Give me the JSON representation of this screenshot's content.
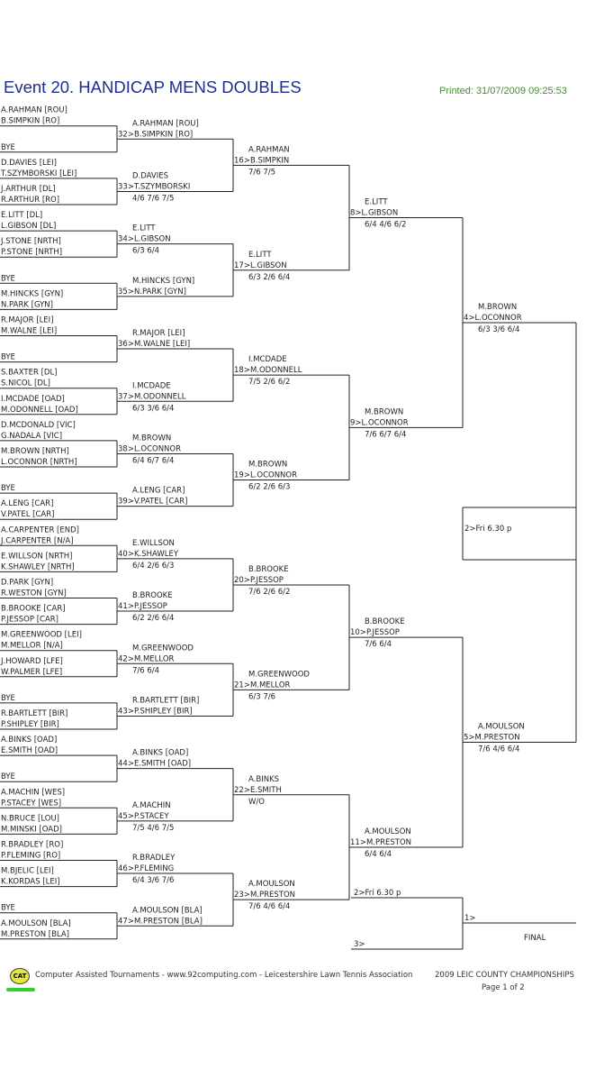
{
  "header": {
    "title": "Event 20. HANDICAP MENS DOUBLES",
    "printed": "Printed: 31/07/2009 09:25:53"
  },
  "round1": [
    [
      "A.RAHMAN [ROU]",
      "B.SIMPKIN [RO]"
    ],
    [
      "BYE",
      ""
    ],
    [
      "D.DAVIES [LEI]",
      "T.SZYMBORSKI [LEI]"
    ],
    [
      "J.ARTHUR [DL]",
      "R.ARTHUR [RO]"
    ],
    [
      "E.LITT [DL]",
      "L.GIBSON [DL]"
    ],
    [
      "J.STONE [NRTH]",
      "P.STONE [NRTH]"
    ],
    [
      "BYE",
      ""
    ],
    [
      "M.HINCKS [GYN]",
      "N.PARK [GYN]"
    ],
    [
      "R.MAJOR [LEI]",
      "M.WALNE [LEI]"
    ],
    [
      "BYE",
      ""
    ],
    [
      "S.BAXTER [DL]",
      "S.NICOL [DL]"
    ],
    [
      "I.MCDADE [OAD]",
      "M.ODONNELL [OAD]"
    ],
    [
      "D.MCDONALD [VIC]",
      "G.NADALA [VIC]"
    ],
    [
      "M.BROWN [NRTH]",
      "L.OCONNOR [NRTH]"
    ],
    [
      "BYE",
      ""
    ],
    [
      "A.LENG [CAR]",
      "V.PATEL [CAR]"
    ],
    [
      "A.CARPENTER [END]",
      "J.CARPENTER [N/A]"
    ],
    [
      "E.WILLSON [NRTH]",
      "K.SHAWLEY [NRTH]"
    ],
    [
      "D.PARK [GYN]",
      "R.WESTON [GYN]"
    ],
    [
      "B.BROOKE [CAR]",
      "P.JESSOP [CAR]"
    ],
    [
      "M.GREENWOOD [LEI]",
      "M.MELLOR [N/A]"
    ],
    [
      "J.HOWARD [LFE]",
      "W.PALMER [LFE]"
    ],
    [
      "BYE",
      ""
    ],
    [
      "R.BARTLETT [BIR]",
      "P.SHIPLEY [BIR]"
    ],
    [
      "A.BINKS [OAD]",
      "E.SMITH [OAD]"
    ],
    [
      "BYE",
      ""
    ],
    [
      "A.MACHIN [WES]",
      "P.STACEY [WES]"
    ],
    [
      "N.BRUCE [LOU]",
      "M.MINSKI [OAD]"
    ],
    [
      "R.BRADLEY [RO]",
      "P.FLEMING [RO]"
    ],
    [
      "M.BJELIC [LEI]",
      "K.KORDAS [LEI]"
    ],
    [
      "BYE",
      ""
    ],
    [
      "A.MOULSON [BLA]",
      "M.PRESTON [BLA]"
    ]
  ],
  "round2": [
    [
      "A.RAHMAN [ROU]",
      "32>B.SIMPKIN [RO]",
      ""
    ],
    [
      "D.DAVIES",
      "33>T.SZYMBORSKI",
      "4/6 7/6 7/5"
    ],
    [
      "E.LITT",
      "34>L.GIBSON",
      "6/3 6/4"
    ],
    [
      "M.HINCKS [GYN]",
      "35>N.PARK [GYN]",
      ""
    ],
    [
      "R.MAJOR [LEI]",
      "36>M.WALNE [LEI]",
      ""
    ],
    [
      "I.MCDADE",
      "37>M.ODONNELL",
      "6/3 3/6 6/4"
    ],
    [
      "M.BROWN",
      "38>L.OCONNOR",
      "6/4 6/7 6/4"
    ],
    [
      "A.LENG [CAR]",
      "39>V.PATEL [CAR]",
      ""
    ],
    [
      "E.WILLSON",
      "40>K.SHAWLEY",
      "6/4 2/6 6/3"
    ],
    [
      "B.BROOKE",
      "41>P.JESSOP",
      "6/2 2/6 6/4"
    ],
    [
      "M.GREENWOOD",
      "42>M.MELLOR",
      "7/6 6/4"
    ],
    [
      "R.BARTLETT [BIR]",
      "43>P.SHIPLEY [BIR]",
      ""
    ],
    [
      "A.BINKS [OAD]",
      "44>E.SMITH [OAD]",
      ""
    ],
    [
      "A.MACHIN",
      "45>P.STACEY",
      "7/5 4/6 7/5"
    ],
    [
      "R.BRADLEY",
      "46>P.FLEMING",
      "6/4 3/6 7/6"
    ],
    [
      "A.MOULSON [BLA]",
      "47>M.PRESTON [BLA]",
      ""
    ]
  ],
  "round3": [
    [
      "A.RAHMAN",
      "16>B.SIMPKIN",
      "7/6 7/5"
    ],
    [
      "E.LITT",
      "17>L.GIBSON",
      "6/3 2/6 6/4"
    ],
    [
      "I.MCDADE",
      "18>M.ODONNELL",
      "7/5 2/6 6/2"
    ],
    [
      "M.BROWN",
      "19>L.OCONNOR",
      "6/2 2/6 6/3"
    ],
    [
      "B.BROOKE",
      "20>P.JESSOP",
      "7/6 2/6 6/2"
    ],
    [
      "M.GREENWOOD",
      "21>M.MELLOR",
      "6/3 7/6"
    ],
    [
      "A.BINKS",
      "22>E.SMITH",
      "W/O"
    ],
    [
      "A.MOULSON",
      "23>M.PRESTON",
      "7/6 4/6 6/4"
    ]
  ],
  "round4": [
    [
      "E.LITT",
      "8>L.GIBSON",
      "6/4 4/6 6/2"
    ],
    [
      "M.BROWN",
      "9>L.OCONNOR",
      "7/6 6/7 6/4"
    ],
    [
      "B.BROOKE",
      "10>P.JESSOP",
      "7/6 6/4"
    ],
    [
      "A.MOULSON",
      "11>M.PRESTON",
      "6/4 6/4"
    ]
  ],
  "round5": [
    [
      "M.BROWN",
      "4>L.OCONNOR",
      "6/3 3/6 6/4"
    ],
    [
      "A.MOULSON",
      "5>M.PRESTON",
      "7/6 4/6 6/4"
    ]
  ],
  "sf_note": "2>Fri 6.30 p",
  "final": {
    "slot2": "2>Fri 6.30 p",
    "slot3": "3>",
    "slot1": "1>",
    "label": "FINAL"
  },
  "footer": {
    "logo": "CAT",
    "credit": "Computer Assisted Tournaments - www.92computing.com -  Leicestershire Lawn Tennis Association",
    "championship": "2009 LEIC COUNTY CHAMPIONSHIPS",
    "page": "Page 1 of 2"
  }
}
